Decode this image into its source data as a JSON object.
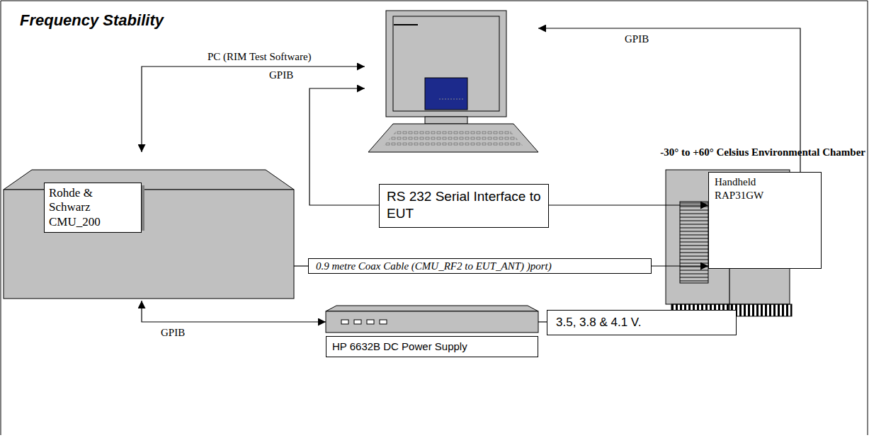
{
  "diagram": {
    "title": "Frequency Stability",
    "nodes": [
      {
        "text": [
          "PC (RIM Test Software)"
        ]
      },
      {
        "text": [
          "Rohde & Schwarz CMU_200"
        ]
      },
      {
        "text": [
          "RS 232 Serial Interface to EUT"
        ]
      },
      {
        "text": [
          "-30° to +60° Celsius Environmental Chamber"
        ]
      },
      {
        "text": [
          "Handheld RAP31GW"
        ],
        "in": 3
      },
      {
        "text": [
          "0.9 metre Coax Cable (CMU_RF2 to EUT_ANT) )port)"
        ]
      },
      {
        "text": [
          "HP 6632B DC Power Supply"
        ]
      },
      {
        "text": [
          "3.5, 3.8 & 4.1 V."
        ]
      }
    ],
    "edges": [
      {
        "from": 0,
        "to": 1,
        "label": "GPIB",
        "arrow": "both"
      },
      {
        "from": 2,
        "to": 0,
        "arrow": "to"
      },
      {
        "from": 2,
        "to": 4,
        "arrow": "to"
      },
      {
        "from": 4,
        "to": 0,
        "label": "GPIB",
        "arrow": "to"
      },
      {
        "from": 1,
        "to": 5,
        "arrow": "none"
      },
      {
        "from": 5,
        "to": 4,
        "arrow": "to"
      },
      {
        "from": 1,
        "to": 6,
        "label": "GPIB",
        "arrow": "both"
      },
      {
        "from": 6,
        "to": 7,
        "arrow": "none"
      },
      {
        "from": 7,
        "to": 4,
        "arrow": "none"
      }
    ]
  }
}
